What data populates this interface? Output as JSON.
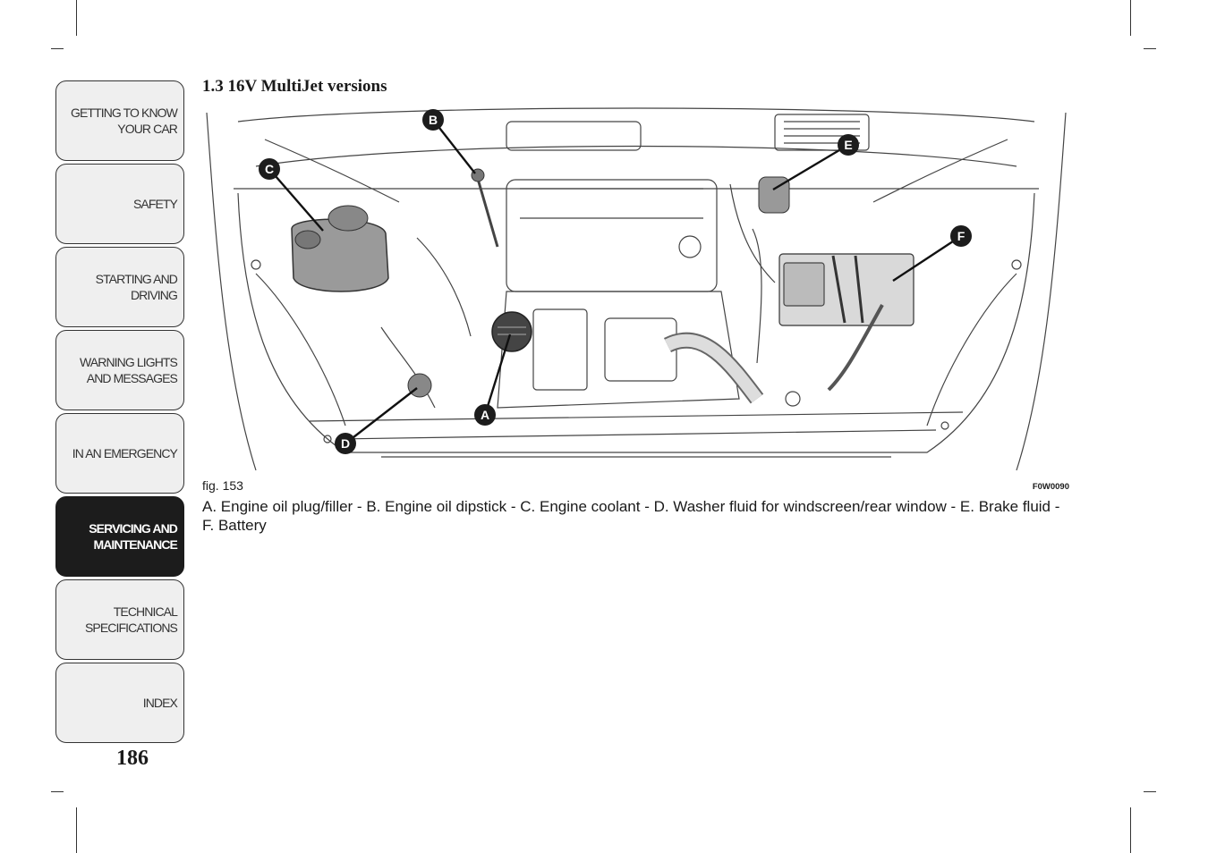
{
  "section": {
    "title": "1.3 16V MultiJet versions"
  },
  "nav": {
    "tabs": [
      {
        "label": "GETTING TO KNOW\nYOUR CAR",
        "active": false
      },
      {
        "label": "SAFETY",
        "active": false
      },
      {
        "label": "STARTING AND\nDRIVING",
        "active": false
      },
      {
        "label": "WARNING LIGHTS\nAND MESSAGES",
        "active": false
      },
      {
        "label": "IN AN EMERGENCY",
        "active": false
      },
      {
        "label": "SERVICING AND\nMAINTENANCE",
        "active": true
      },
      {
        "label": "TECHNICAL\nSPECIFICATIONS",
        "active": false
      },
      {
        "label": "INDEX",
        "active": false
      }
    ]
  },
  "page_number": "186",
  "figure": {
    "label": "fig. 153",
    "code": "F0W0090",
    "callouts": {
      "a": "A",
      "b": "B",
      "c": "C",
      "d": "D",
      "e": "E",
      "f": "F"
    },
    "caption": "A. Engine oil plug/filler - B. Engine oil dipstick - C. Engine coolant - D. Washer fluid for windscreen/rear window - E. Brake fluid - F. Battery"
  },
  "colors": {
    "tab_active": "#1c1c1c",
    "tab_bg": "#efefef",
    "ink": "#1a1a1a"
  }
}
